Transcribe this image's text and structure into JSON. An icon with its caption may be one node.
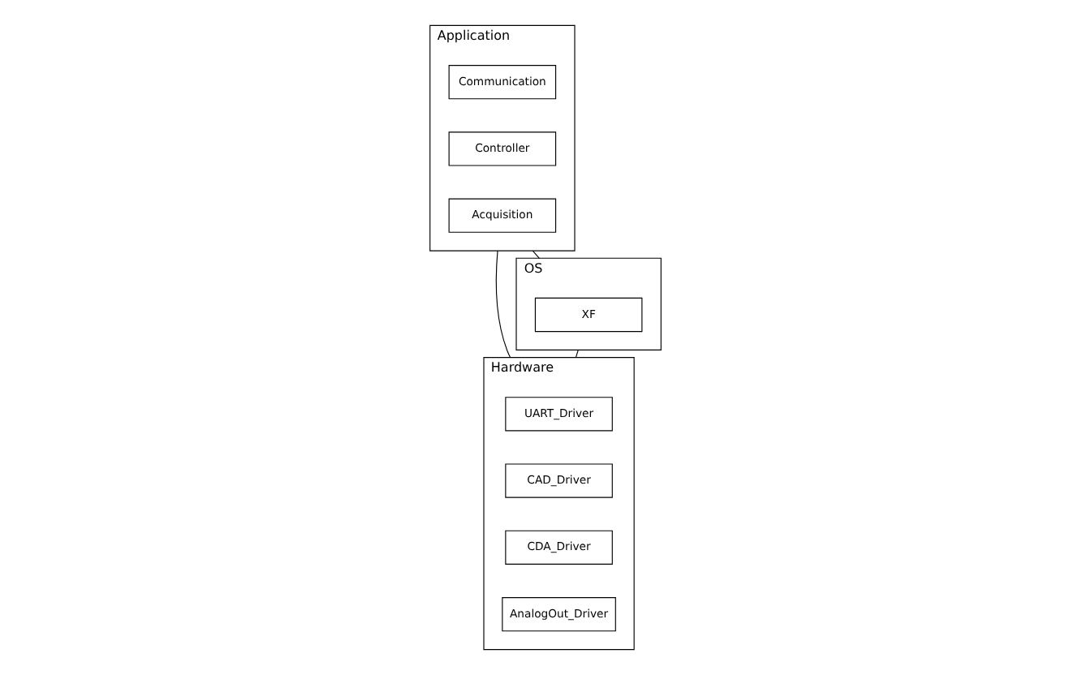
{
  "diagram": {
    "nodes": [
      {
        "text": [
          "Application"
        ]
      },
      {
        "text": [
          "Communication"
        ],
        "in": 0
      },
      {
        "text": [
          "Controller"
        ],
        "in": 0
      },
      {
        "text": [
          "Acquisition"
        ],
        "in": 0
      },
      {
        "text": [
          "Hardware"
        ]
      },
      {
        "text": [
          "UART_Driver"
        ],
        "in": 4
      },
      {
        "text": [
          "CAD_Driver"
        ],
        "in": 4
      },
      {
        "text": [
          "CDA_Driver"
        ],
        "in": 4
      },
      {
        "text": [
          "AnalogOut_Driver"
        ],
        "in": 4
      },
      {
        "text": [
          "OS"
        ]
      },
      {
        "text": [
          "XF"
        ],
        "in": 9
      }
    ],
    "edges": [
      {
        "from": 0,
        "to": 4,
        "arrow": "none"
      },
      {
        "from": 0,
        "to": 9,
        "arrow": "none"
      },
      {
        "from": 9,
        "to": 4,
        "arrow": "none"
      }
    ]
  }
}
